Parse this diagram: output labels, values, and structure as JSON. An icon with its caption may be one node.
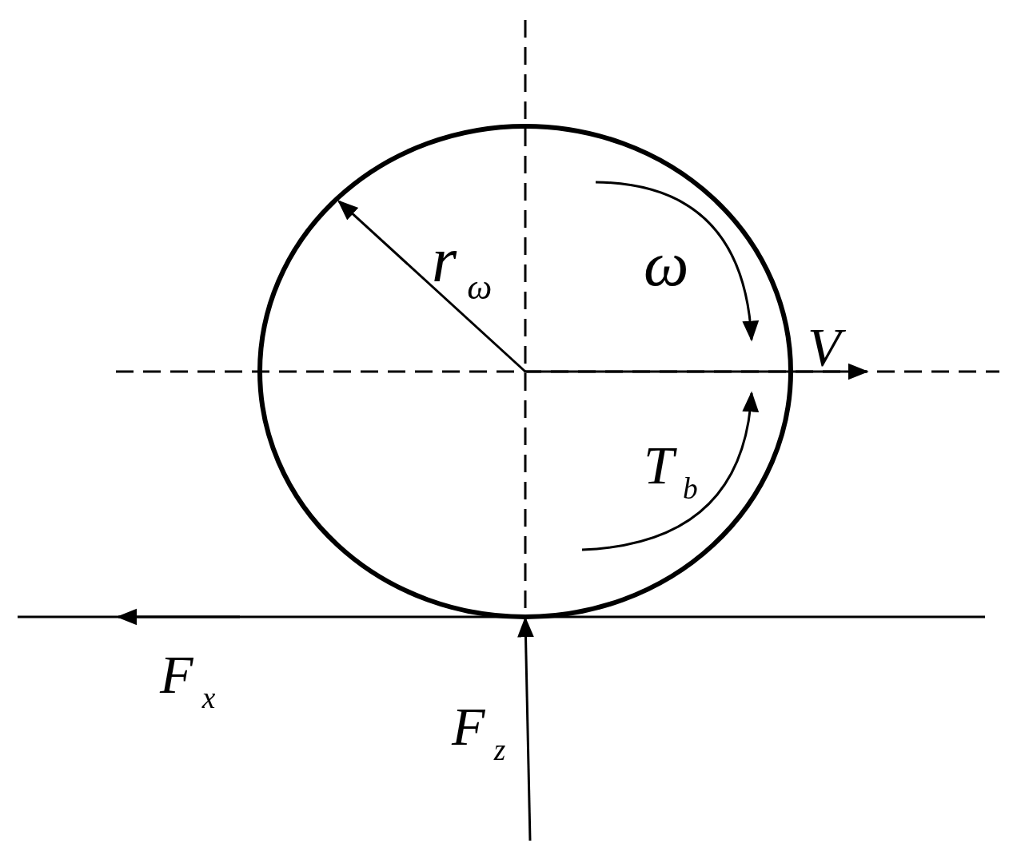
{
  "diagram": {
    "labels": [
      "r$_{ω}$",
      "ω",
      "V",
      "T$_{b}$",
      "F$_{x}$",
      "F$_{z}$"
    ]
  }
}
